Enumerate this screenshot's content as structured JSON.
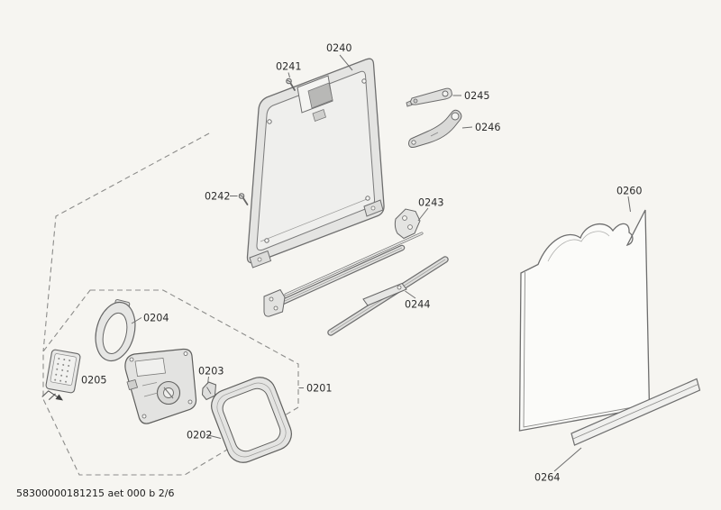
{
  "document": {
    "type": "exploded-parts-diagram",
    "footer": {
      "doc_code": "58300000181215 aet 000 b 2/6"
    }
  },
  "colors": {
    "background": "#f6f5f1",
    "line": "#6e6e6e",
    "label_text": "#2b2b2b"
  },
  "parts": {
    "0201": {
      "label": "0201"
    },
    "0202": {
      "label": "0202"
    },
    "0203": {
      "label": "0203"
    },
    "0204": {
      "label": "0204"
    },
    "0205": {
      "label": "0205"
    },
    "0240": {
      "label": "0240"
    },
    "0241": {
      "label": "0241"
    },
    "0242": {
      "label": "0242"
    },
    "0243": {
      "label": "0243"
    },
    "0244": {
      "label": "0244"
    },
    "0245": {
      "label": "0245"
    },
    "0246": {
      "label": "0246"
    },
    "0260": {
      "label": "0260"
    },
    "0264": {
      "label": "0264"
    }
  }
}
